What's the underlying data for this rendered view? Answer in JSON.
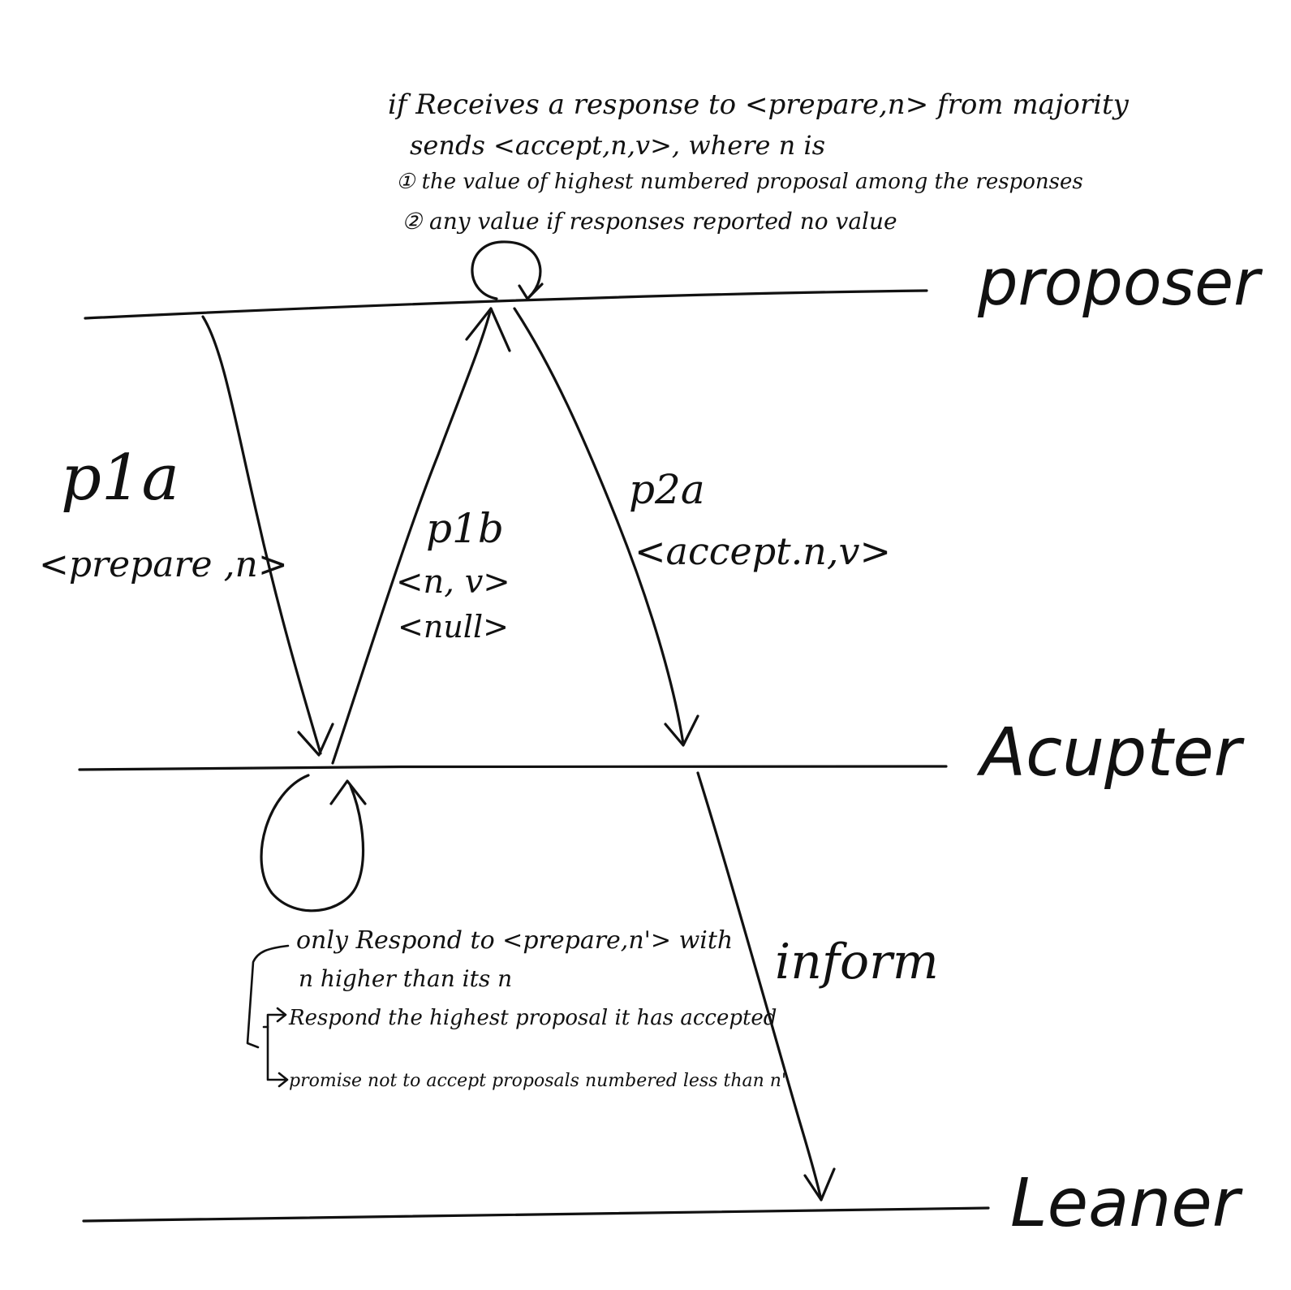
{
  "lanes": {
    "proposer": "proposer",
    "acceptor": "Acupter",
    "learner": "Leaner"
  },
  "messages": {
    "p1a": {
      "phase": "p1a",
      "content": "<prepare ,n>"
    },
    "p1b": {
      "phase": "p1b",
      "content_1": "<n, v>",
      "content_2": "<null>"
    },
    "p2a": {
      "phase": "p2a",
      "content": "<accept.n,v>"
    },
    "inform": {
      "label": "inform"
    }
  },
  "proposer_note": {
    "line1": "if Receives a response to <prepare,n> from majority",
    "line2": "sends <accept,n,v>, where n is",
    "line3": "① the value of highest numbered proposal among the responses",
    "line4": "② any value if responses reported no value"
  },
  "acceptor_note": {
    "line1": "only Respond to <prepare,n'> with",
    "line2": "n higher than its n",
    "line3": "Respond the highest proposal it has accepted",
    "line4": "promise not to accept proposals numbered less than n'"
  }
}
